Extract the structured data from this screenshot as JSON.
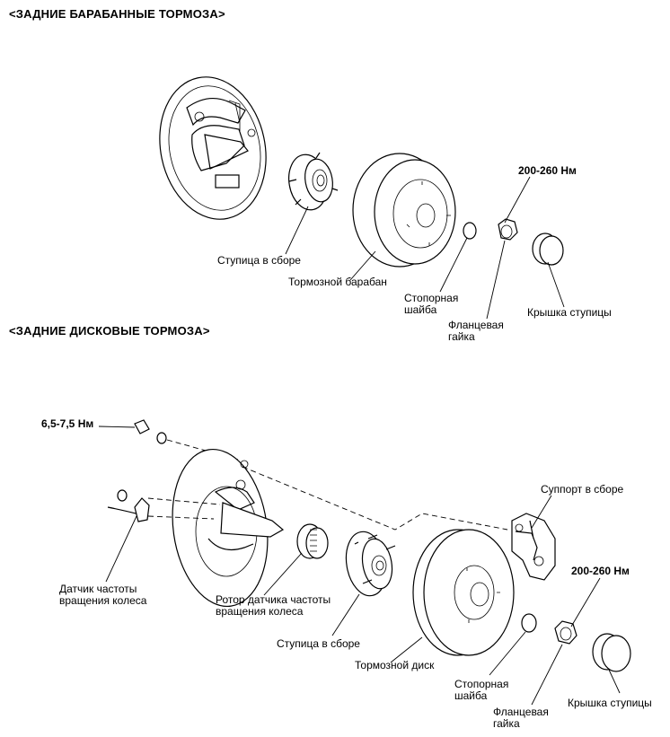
{
  "drum_section": {
    "heading": "<ЗАДНИЕ БАРАБАННЫЕ ТОРМОЗА>",
    "torque": "200-260 Нм",
    "hub": "Ступица в сборе",
    "drum": "Тормозной барабан",
    "lock_washer": [
      "Стопорная",
      "шайба"
    ],
    "flange_nut": [
      "Фланцевая",
      "гайка"
    ],
    "hub_cap": "Крышка ступицы"
  },
  "disc_section": {
    "heading": "<ЗАДНИЕ ДИСКОВЫЕ ТОРМОЗА>",
    "sensor_torque": "6,5-7,5 Нм",
    "caliper": "Суппорт в сборе",
    "torque": "200-260 Нм",
    "wheel_sensor": [
      "Датчик частоты",
      "вращения колеса"
    ],
    "sensor_rotor": [
      "Ротор датчика частоты",
      "вращения колеса"
    ],
    "hub": "Ступица в сборе",
    "disc": "Тормозной диск",
    "lock_washer": [
      "Стопорная",
      "шайба"
    ],
    "flange_nut": [
      "Фланцевая",
      "гайка"
    ],
    "hub_cap": "Крышка ступицы"
  }
}
